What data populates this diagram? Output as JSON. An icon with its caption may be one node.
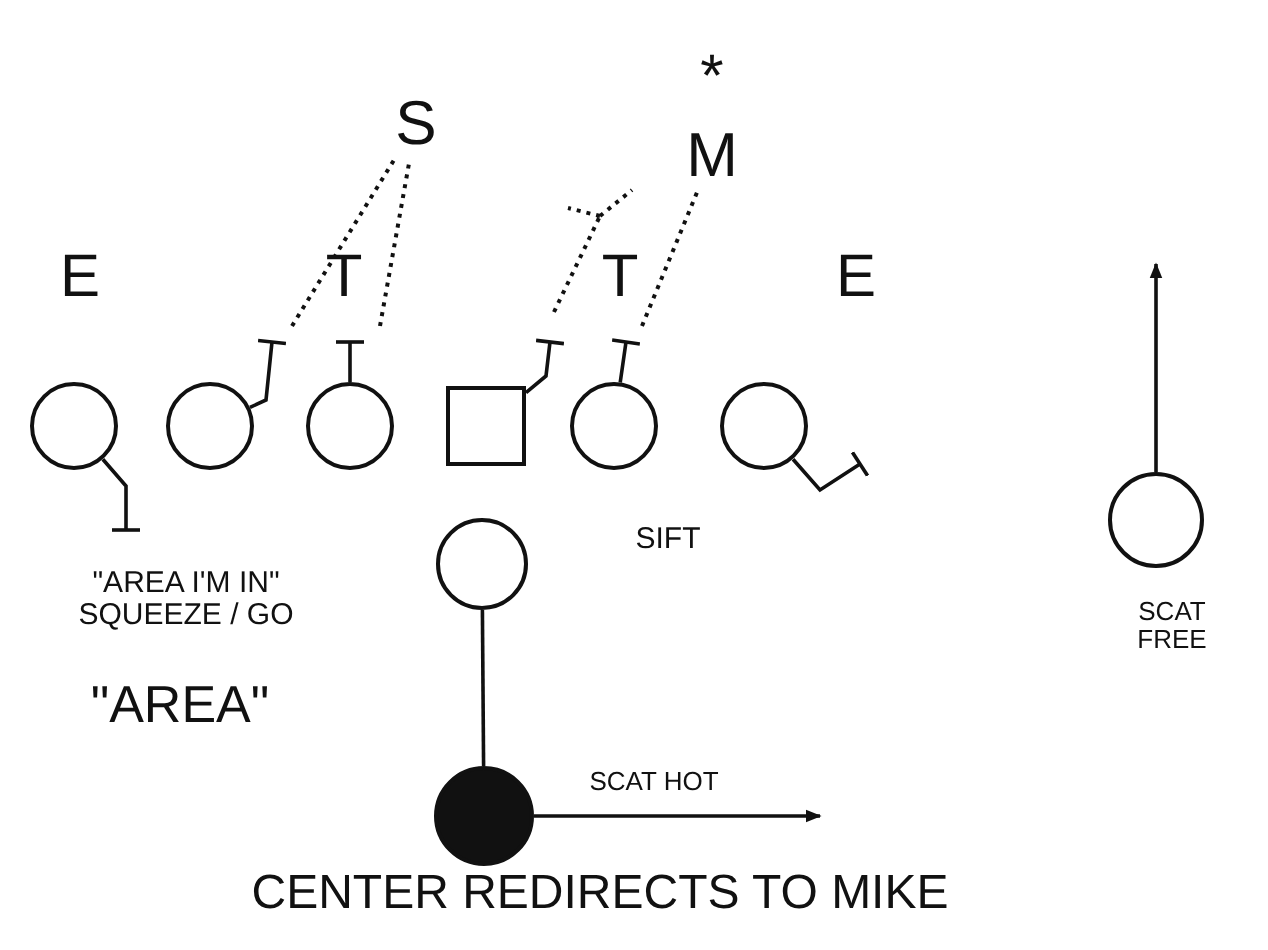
{
  "diagram": {
    "caption": "CENTER REDIRECTS TO MIKE",
    "nodes": [
      {
        "text": [
          "S"
        ]
      },
      {
        "text": [
          "M"
        ],
        "beside": [
          "*"
        ]
      },
      {
        "text": [],
        "shape": "circle"
      },
      {
        "text": [],
        "shape": "circle"
      },
      {
        "text": [],
        "shape": "circle"
      },
      {
        "text": [],
        "shape": "box"
      },
      {
        "text": [],
        "shape": "circle"
      },
      {
        "text": [],
        "shape": "circle"
      },
      {
        "text": [],
        "shape": "circle"
      },
      {
        "text": [],
        "shape": "circle"
      },
      {
        "text": [],
        "shape": "circle",
        "beside": [
          "SCAT FREE"
        ]
      }
    ],
    "edges": [
      {
        "from": 2,
        "to": null,
        "arrow": "other"
      },
      {
        "from": 3,
        "to": null,
        "arrow": "other"
      },
      {
        "from": 4,
        "to": null,
        "arrow": "other"
      },
      {
        "from": 5,
        "to": null,
        "arrow": "other"
      },
      {
        "from": 6,
        "to": null,
        "arrow": "other"
      },
      {
        "from": 7,
        "to": null,
        "arrow": "other"
      },
      {
        "from": null,
        "to": 0,
        "arrow": "none",
        "style": "dashed"
      },
      {
        "from": null,
        "to": 0,
        "arrow": "none",
        "style": "dashed"
      },
      {
        "from": null,
        "to": 1,
        "arrow": "none",
        "style": "dashed"
      },
      {
        "from": 8,
        "to": 9,
        "arrow": "none"
      },
      {
        "from": 9,
        "to": null,
        "arrow": "to",
        "label": "SCAT HOT"
      },
      {
        "from": 10,
        "to": null,
        "arrow": "to"
      }
    ],
    "labels": [
      "E",
      "T",
      "T",
      "E",
      "SIFT",
      "\"AREA I'M IN\" SQUEEZE / GO",
      "\"AREA\""
    ]
  }
}
